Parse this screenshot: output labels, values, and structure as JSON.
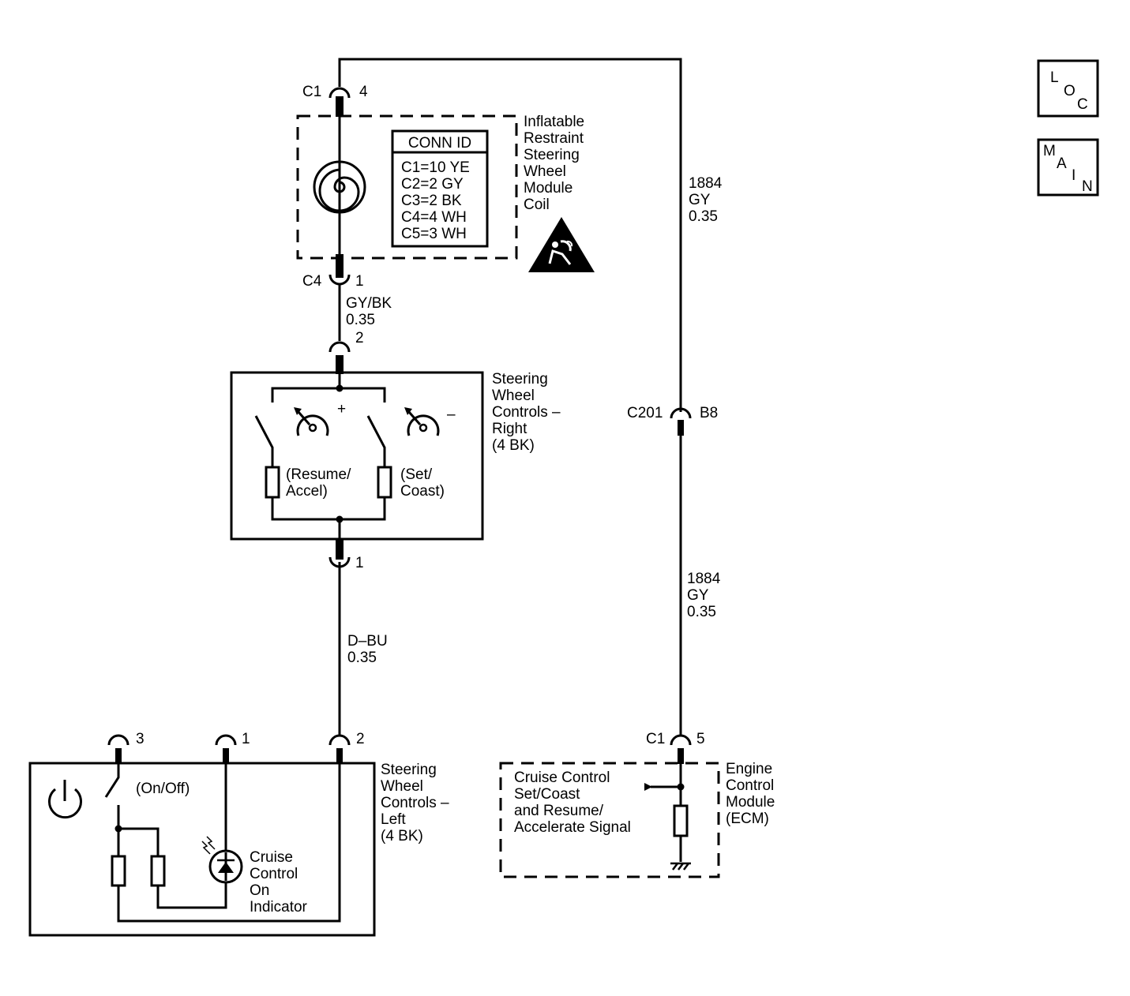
{
  "nav": {
    "loc": {
      "letters": [
        "L",
        "O",
        "C"
      ]
    },
    "main": {
      "letters": [
        "M",
        "A",
        "I",
        "N"
      ]
    }
  },
  "conn_id": {
    "title": "CONN ID",
    "rows": [
      "C1=10 YE",
      "C2=2 GY",
      "C3=2 BK",
      "C4=4 WH",
      "C5=3 WH"
    ]
  },
  "components": {
    "coil": [
      "Inflatable",
      "Restraint",
      "Steering",
      "Wheel",
      "Module",
      "Coil"
    ],
    "right_controls": [
      "Steering",
      "Wheel",
      "Controls –",
      "Right",
      "(4 BK)"
    ],
    "left_controls": [
      "Steering",
      "Wheel",
      "Controls –",
      "Left",
      "(4 BK)"
    ],
    "ecm": [
      "Engine",
      "Control",
      "Module",
      "(ECM)"
    ],
    "ecm_signal": [
      "Cruise Control",
      "Set/Coast",
      "and Resume/",
      "Accelerate Signal"
    ],
    "resume_accel": [
      "(Resume/",
      "Accel)"
    ],
    "set_coast": [
      "(Set/",
      "Coast)"
    ],
    "on_off": "(On/Off)",
    "indicator": [
      "Cruise",
      "Control",
      "On",
      "Indicator"
    ]
  },
  "switch_signs": {
    "plus": "+",
    "minus": "–"
  },
  "connectors": {
    "coil_top": {
      "name": "C1",
      "pin": "4"
    },
    "coil_bottom": {
      "name": "C4",
      "pin": "1"
    },
    "right_top": {
      "pin": "2"
    },
    "right_bottom": {
      "pin": "1"
    },
    "c201": {
      "name": "C201",
      "pin": "B8"
    },
    "ecm": {
      "name": "C1",
      "pin": "5"
    },
    "left_pin3": {
      "pin": "3"
    },
    "left_pin1": {
      "pin": "1"
    },
    "left_pin2": {
      "pin": "2"
    }
  },
  "wires": {
    "gybk": [
      "GY/BK",
      "0.35"
    ],
    "dbu": [
      "D–BU",
      "0.35"
    ],
    "gy_upper": [
      "1884",
      "GY",
      "0.35"
    ],
    "gy_lower": [
      "1884",
      "GY",
      "0.35"
    ]
  }
}
